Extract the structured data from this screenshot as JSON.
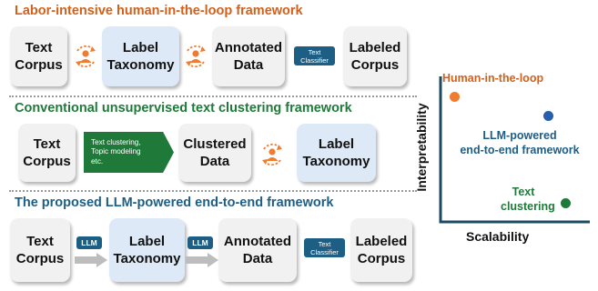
{
  "sections": {
    "top": {
      "title": "Labor-intensive human-in-the-loop framework",
      "color": "#d2601a"
    },
    "middle": {
      "title": "Conventional unsupervised text clustering framework",
      "color": "#1f7a3a"
    },
    "bottom": {
      "title": "The proposed LLM-powered end-to-end framework",
      "color": "#1d5e85"
    }
  },
  "top_row": {
    "text_corpus": [
      "Text",
      "Corpus"
    ],
    "label_taxonomy": [
      "Label",
      "Taxonomy"
    ],
    "annotated_data": [
      "Annotated",
      "Data"
    ],
    "classifier": [
      "Text",
      "Classifier"
    ],
    "labeled_corpus": [
      "Labeled",
      "Corpus"
    ]
  },
  "middle_row": {
    "text_corpus": [
      "Text",
      "Corpus"
    ],
    "clustering_step": [
      "Text clustering,",
      "Topic modeling",
      "etc."
    ],
    "clustered_data": [
      "Clustered",
      "Data"
    ],
    "label_taxonomy": [
      "Label",
      "Taxonomy"
    ]
  },
  "bottom_row": {
    "text_corpus": [
      "Text",
      "Corpus"
    ],
    "llm_badge_1": "LLM",
    "label_taxonomy": [
      "Label",
      "Taxonomy"
    ],
    "llm_badge_2": "LLM",
    "annotated_data": [
      "Annotated",
      "Data"
    ],
    "classifier": [
      "Text",
      "Classifier"
    ],
    "labeled_corpus": [
      "Labeled",
      "Corpus"
    ]
  },
  "plot": {
    "y_axis_label": "Interpretability",
    "x_axis_label": "Scalability",
    "points": [
      {
        "label": "Human-in-the-loop",
        "color": "#ee7d31"
      },
      {
        "label_lines": [
          "LLM-powered",
          "end-to-end framework"
        ],
        "color": "#2a5ea8",
        "text_color": "#1d5e85"
      },
      {
        "label_lines": [
          "Text",
          "clustering"
        ],
        "color": "#1f7a3a"
      }
    ]
  },
  "colors": {
    "orange": "#ee7d31",
    "teal": "#1d5e85",
    "green": "#1f7a3a",
    "box_gray": "#f1f1f1",
    "box_blue": "#dde9f6"
  }
}
